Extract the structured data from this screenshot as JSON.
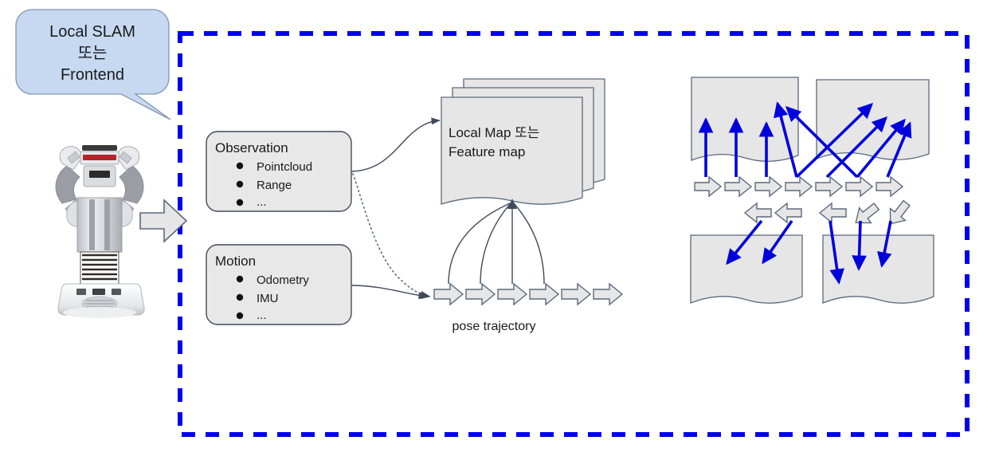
{
  "callout": {
    "name": "local-slam-callout",
    "lines": [
      "Local SLAM",
      "또는",
      "Frontend"
    ],
    "fill": "#c6d9f1",
    "stroke": "#8496b0"
  },
  "frame": {
    "name": "slam-scope-frame",
    "color": "#0000ee",
    "style": "dashed"
  },
  "robot": {
    "name": "robot-photo",
    "alt": "mobile humanoid robot with raised arms"
  },
  "input_arrow": {
    "name": "robot-input-arrow"
  },
  "observation": {
    "title": "Observation",
    "items": [
      "Pointcloud",
      "Range",
      "..."
    ],
    "fill": "#e8e8e8",
    "stroke": "#3f4a5a"
  },
  "motion": {
    "title": "Motion",
    "items": [
      "Odometry",
      "IMU",
      "..."
    ],
    "fill": "#e8e8e8",
    "stroke": "#3f4a5a"
  },
  "local_map": {
    "lines": [
      "Local Map 또는",
      "Feature map"
    ],
    "stack_count": 3,
    "fill": "#e6e6e6",
    "stroke": "#5b6a7d"
  },
  "trajectory": {
    "label": "pose trajectory",
    "arrow_count": 6,
    "arrow_fill": "#e6e6e6",
    "arrow_stroke": "#5b6a7d",
    "link_count": 4
  },
  "right_panel": {
    "top_maps": 2,
    "bottom_maps": 2,
    "top_pose_arrows": 7,
    "bottom_pose_arrows": 5,
    "constraint_color": "#0000dd",
    "map_fill": "#e6e6e6",
    "map_stroke": "#5b6a7d"
  }
}
